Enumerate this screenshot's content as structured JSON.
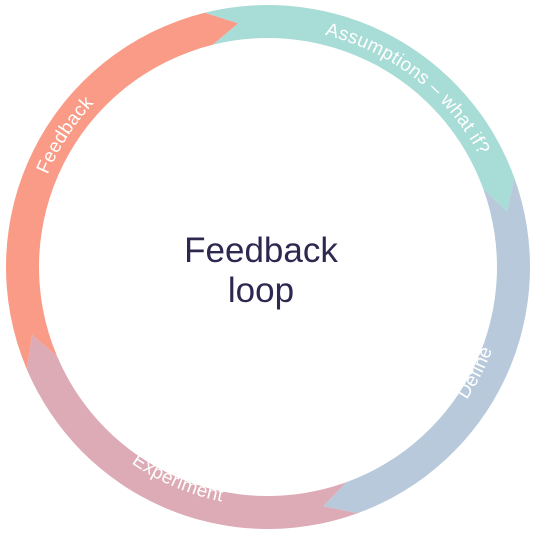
{
  "diagram": {
    "center_title_line1": "Feedback",
    "center_title_line2": "loop",
    "segments": [
      {
        "label": "Assumptions – what if?",
        "color": "#a8dcd6"
      },
      {
        "label": "Define",
        "color": "#b7c9db"
      },
      {
        "label": "Experiment",
        "color": "#dcabb6"
      },
      {
        "label": "Feedback",
        "color": "#f99b86"
      }
    ],
    "title_color": "#2e2850"
  }
}
